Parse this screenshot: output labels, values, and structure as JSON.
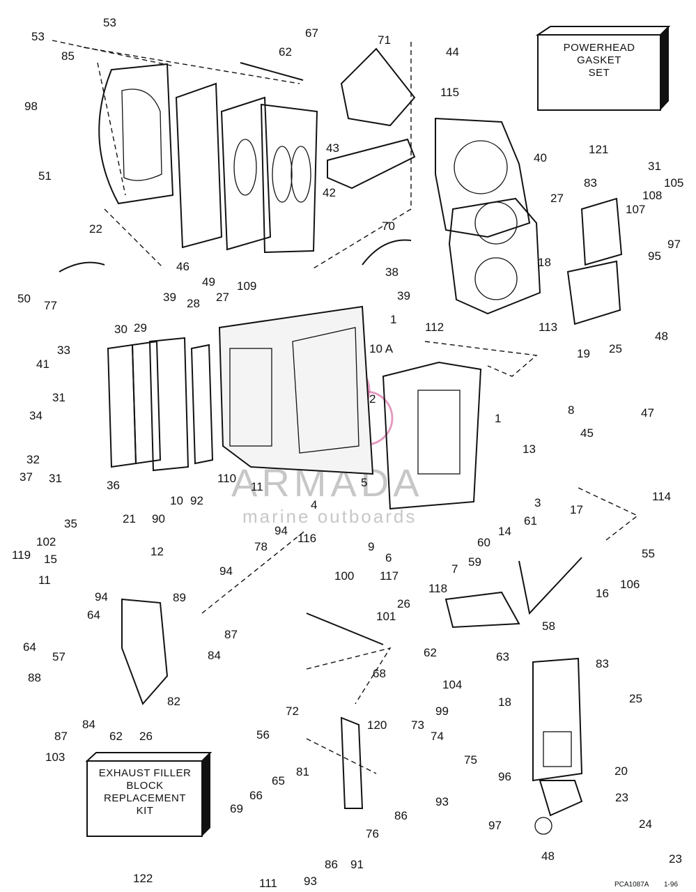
{
  "boxes": {
    "powerhead_gasket_set": [
      "POWERHEAD",
      "GASKET",
      "SET"
    ],
    "exhaust_filler_kit": [
      "EXHAUST FILLER",
      "BLOCK",
      "REPLACEMENT",
      "KIT"
    ]
  },
  "watermark": {
    "brand": "ARMADA",
    "tagline": "marine outboards",
    "brand_color": "#d96fa3"
  },
  "footer": {
    "code": "PCA1087A",
    "date": "1-96"
  },
  "callouts": [
    "53",
    "53",
    "85",
    "98",
    "62",
    "67",
    "71",
    "44",
    "115",
    "40",
    "121",
    "51",
    "46",
    "49",
    "109",
    "43",
    "42",
    "27",
    "31",
    "83",
    "105",
    "108",
    "107",
    "70",
    "22",
    "97",
    "95",
    "18",
    "50",
    "38",
    "39",
    "39",
    "77",
    "1",
    "112",
    "113",
    "48",
    "19",
    "25",
    "30",
    "29",
    "28",
    "27",
    "10 A",
    "33",
    "41",
    "31",
    "2",
    "8",
    "1",
    "34",
    "13",
    "45",
    "47",
    "32",
    "31",
    "37",
    "36",
    "110",
    "11",
    "4",
    "5",
    "3",
    "114",
    "10",
    "92",
    "35",
    "94",
    "116",
    "90",
    "21",
    "102",
    "15",
    "12",
    "78",
    "94",
    "9",
    "14",
    "61",
    "17",
    "119",
    "11",
    "94",
    "89",
    "6",
    "7",
    "117",
    "60",
    "59",
    "118",
    "100",
    "55",
    "16",
    "106",
    "64",
    "87",
    "26",
    "101",
    "64",
    "57",
    "84",
    "62",
    "58",
    "63",
    "83",
    "88",
    "68",
    "104",
    "25",
    "18",
    "84",
    "87",
    "62",
    "26",
    "82",
    "72",
    "99",
    "56",
    "120",
    "73",
    "74",
    "75",
    "20",
    "103",
    "81",
    "65",
    "96",
    "23",
    "66",
    "86",
    "93",
    "69",
    "24",
    "97",
    "76",
    "91",
    "48",
    "23",
    "122",
    "111",
    "93",
    "86"
  ]
}
